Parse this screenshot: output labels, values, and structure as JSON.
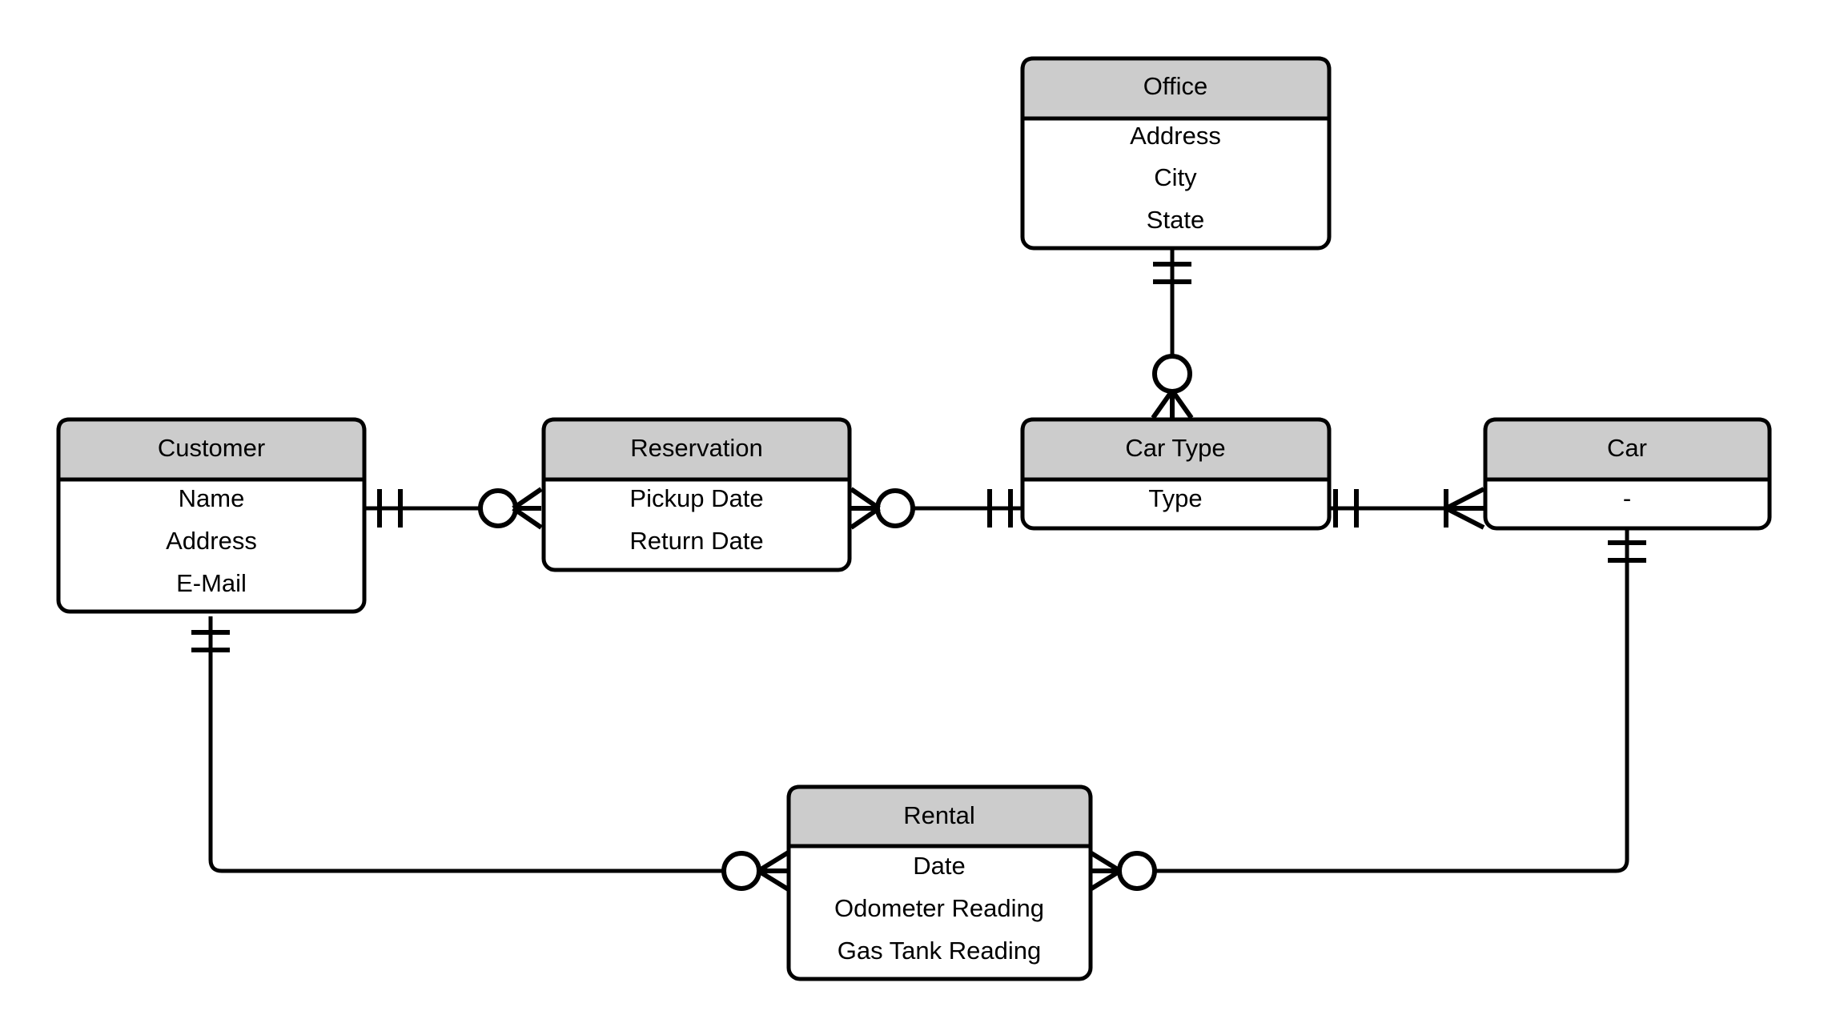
{
  "diagram": {
    "type": "entity-relationship-diagram",
    "notation": "crow's foot",
    "background_color": "#ffffff",
    "entity_header_color": "#cccccc",
    "entity_body_color": "#ffffff",
    "line_color": "#000000"
  },
  "entities": [
    {
      "id": "office",
      "name": "Office",
      "attributes": [
        "Address",
        "City",
        "State"
      ]
    },
    {
      "id": "customer",
      "name": "Customer",
      "attributes": [
        "Name",
        "Address",
        "E-Mail"
      ]
    },
    {
      "id": "reservation",
      "name": "Reservation",
      "attributes": [
        "Pickup Date",
        "Return Date"
      ]
    },
    {
      "id": "cartype",
      "name": "Car Type",
      "attributes": [
        "Type"
      ]
    },
    {
      "id": "car",
      "name": "Car",
      "attributes": [
        "-"
      ]
    },
    {
      "id": "rental",
      "name": "Rental",
      "attributes": [
        "Date",
        "Odometer Reading",
        "Gas Tank Reading"
      ]
    }
  ],
  "relationships": [
    {
      "id": "customer-reservation",
      "from": "Customer",
      "to": "Reservation",
      "from_cardinality": "one and only one",
      "to_cardinality": "zero or many"
    },
    {
      "id": "reservation-cartype",
      "from": "Reservation",
      "to": "Car Type",
      "from_cardinality": "zero or many",
      "to_cardinality": "one and only one"
    },
    {
      "id": "office-cartype",
      "from": "Office",
      "to": "Car Type",
      "from_cardinality": "one and only one",
      "to_cardinality": "zero or many"
    },
    {
      "id": "cartype-car",
      "from": "Car Type",
      "to": "Car",
      "from_cardinality": "one and only one",
      "to_cardinality": "one or many"
    },
    {
      "id": "customer-rental",
      "from": "Customer",
      "to": "Rental",
      "from_cardinality": "one and only one",
      "to_cardinality": "zero or many"
    },
    {
      "id": "car-rental",
      "from": "Car",
      "to": "Rental",
      "from_cardinality": "one and only one",
      "to_cardinality": "zero or many"
    }
  ]
}
